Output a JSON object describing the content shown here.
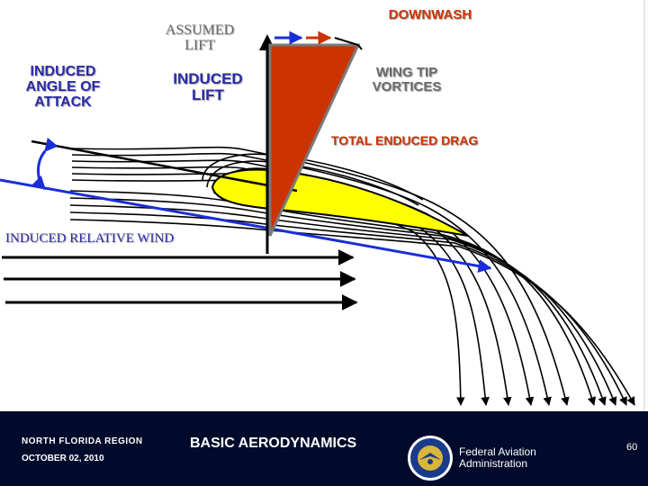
{
  "labels": {
    "downwash": "DOWNWASH",
    "assumed_lift": "ASSUMED LIFT",
    "induced_angle": "INDUCED ANGLE OF ATTACK",
    "induced_lift": "INDUCED LIFT",
    "wing_tip_vortices": "WING TIP VORTICES",
    "total_induced_drag": "TOTAL ENDUCED DRAG",
    "induced_relative_wind": "INDUCED RELATIVE WIND"
  },
  "footer": {
    "region": "NORTH FLORIDA REGION",
    "date": "OCTOBER 02, 2010",
    "title": "BASIC AERODYNAMICS",
    "agency_line1": "Federal Aviation",
    "agency_line2": "Administration",
    "page_number": "60"
  },
  "colors": {
    "accent_red": "#cc3300",
    "airfoil_yellow": "#ffff00",
    "relative_wind_blue": "#1a2ed8",
    "label_blue": "#2a2aa8",
    "label_gray": "#6a6a6a",
    "footer_bg": "#000a2a"
  }
}
